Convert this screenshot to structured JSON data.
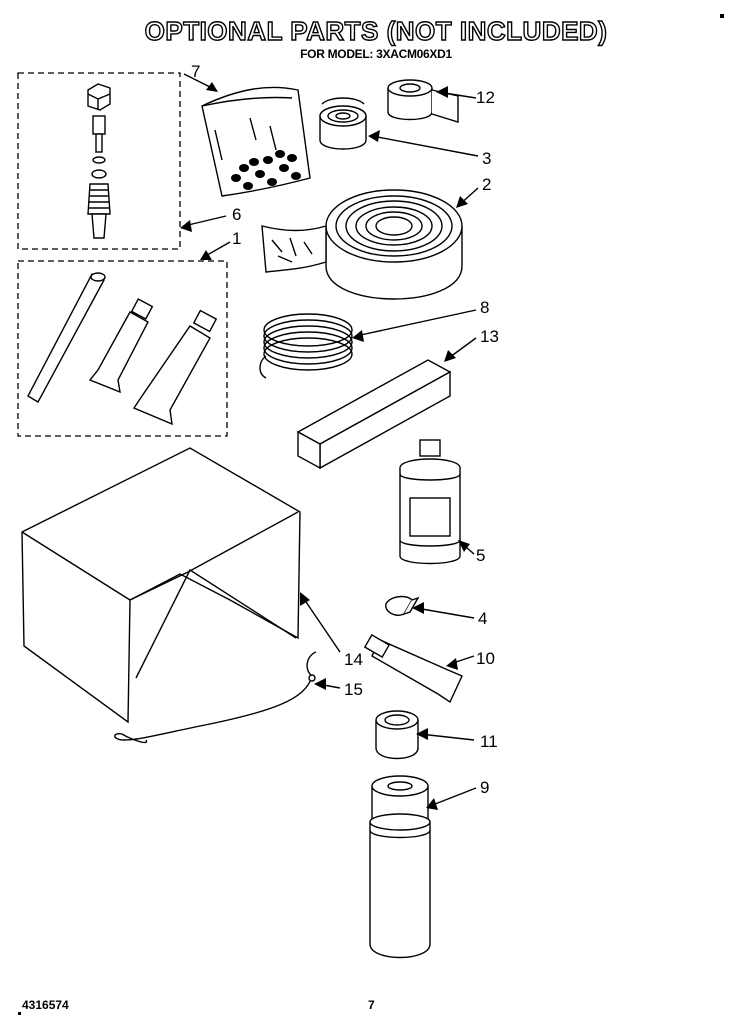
{
  "header": {
    "title": "OPTIONAL PARTS (NOT INCLUDED)",
    "subtitle": "FOR MODEL: 3XACM06XD1"
  },
  "footer": {
    "doc_number": "4316574",
    "page_number": "7"
  },
  "callouts": {
    "c1": "1",
    "c2": "2",
    "c3": "3",
    "c4": "4",
    "c5": "5",
    "c6": "6",
    "c7": "7",
    "c8": "8",
    "c9": "9",
    "c10": "10",
    "c11": "11",
    "c12": "12",
    "c13": "13",
    "c14": "14",
    "c15": "15"
  }
}
